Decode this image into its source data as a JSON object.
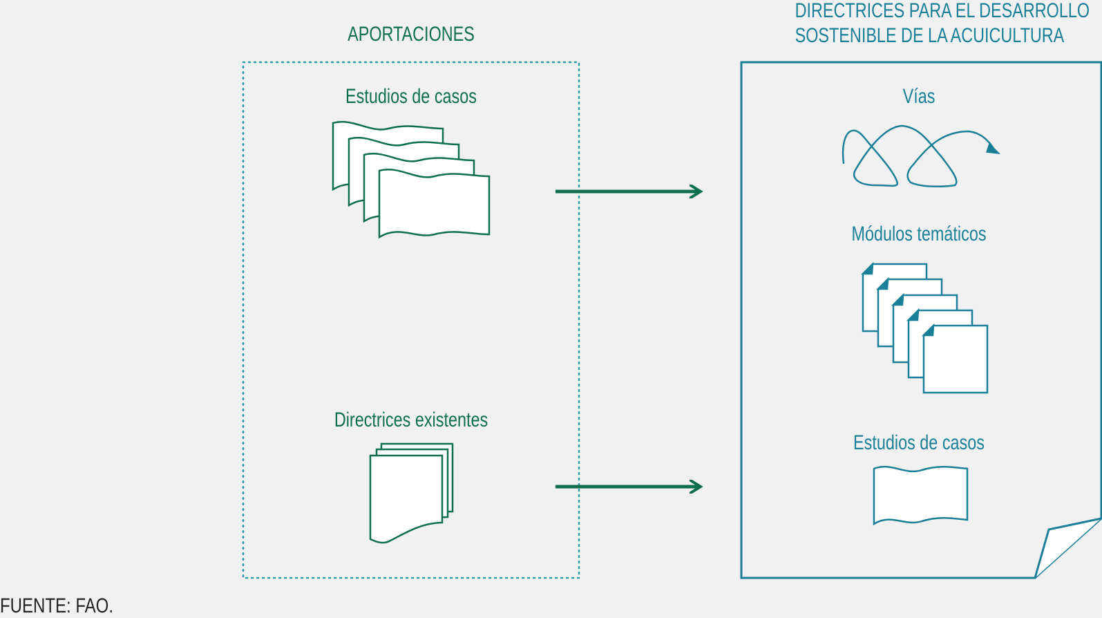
{
  "left_panel": {
    "title": "APORTACIONES",
    "case_studies_label": "Estudios de casos",
    "existing_guidelines_label": "Directrices existentes"
  },
  "right_panel": {
    "title_line1": "DIRECTRICES PARA EL DESARROLLO",
    "title_line2": "SOSTENIBLE DE LA ACUICULTURA",
    "pathways_label": "Vías",
    "modules_label": "Módulos temáticos",
    "case_studies_label": "Estudios de casos"
  },
  "source": "FUENTE: FAO.",
  "colors": {
    "green": "#0e6f4d",
    "teal": "#1a7f98",
    "dotted": "#2a9aa8",
    "background": "#f1f1f1"
  }
}
